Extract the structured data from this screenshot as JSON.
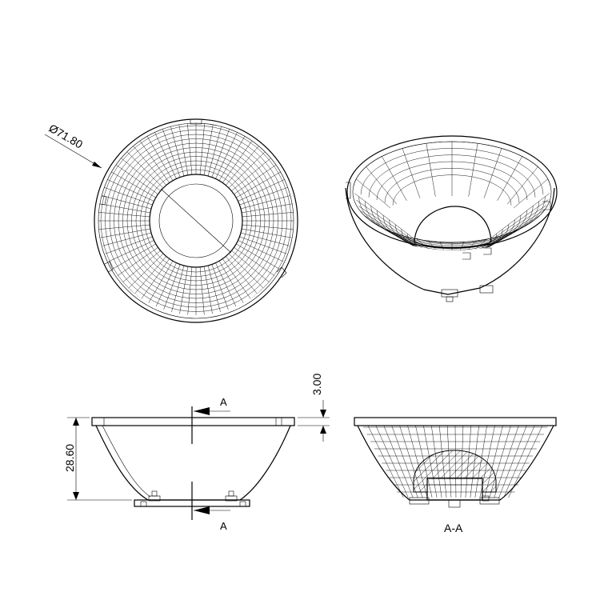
{
  "drawing": {
    "diameter_label": "Ø71.80",
    "height_label": "28.60",
    "rim_label": "3.00",
    "section_marker_top": "A",
    "section_marker_bottom": "A",
    "section_label": "A-A"
  }
}
